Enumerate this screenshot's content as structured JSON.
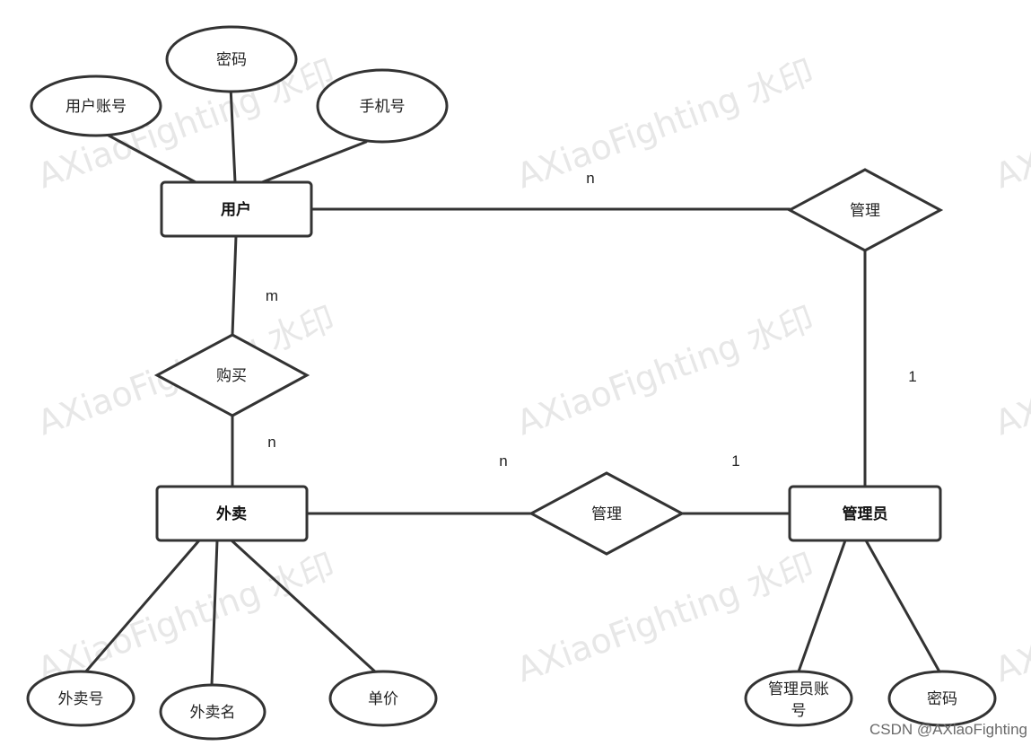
{
  "entities": {
    "user": "用户",
    "takeout": "外卖",
    "admin": "管理员"
  },
  "relationships": {
    "manage_user": "管理",
    "purchase": "购买",
    "manage_takeout": "管理"
  },
  "attributes": {
    "user_password": "密码",
    "user_account": "用户账号",
    "user_phone": "手机号",
    "takeout_number": "外卖号",
    "takeout_name": "外卖名",
    "takeout_price": "单价",
    "admin_account_line1": "管理员账",
    "admin_account_line2": "号",
    "admin_password": "密码"
  },
  "cardinalities": {
    "user_manage": "n",
    "admin_manage_user": "1",
    "user_purchase": "m",
    "takeout_purchase": "n",
    "takeout_manage": "n",
    "admin_manage_takeout": "1"
  },
  "watermark": {
    "text": "AXiaoFighting 水印"
  },
  "credit": "CSDN @AXiaoFighting",
  "colors": {
    "stroke": "#333333",
    "watermark": "#c9c9c9",
    "background": "#ffffff"
  }
}
